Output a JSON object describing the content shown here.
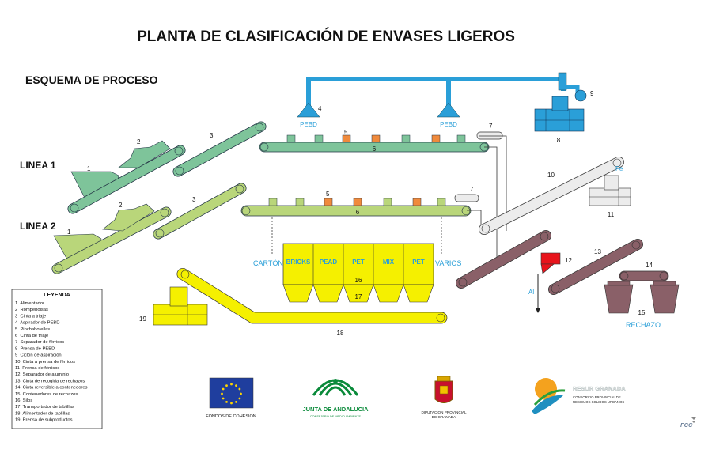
{
  "title": "PLANTA DE CLASIFICACIÓN DE ENVASES LIGEROS",
  "subtitle": "ESQUEMA DE PROCESO",
  "lines": {
    "linea1": "LINEA 1",
    "linea2": "LINEA 2"
  },
  "numbers": {
    "n1": "1",
    "n2": "2",
    "n3": "3",
    "n4": "4",
    "n5": "5",
    "n6": "6",
    "n7": "7",
    "n8": "8",
    "n9": "9",
    "n10": "10",
    "n11": "11",
    "n12": "12",
    "n13": "13",
    "n14": "14",
    "n15": "15",
    "n16": "16",
    "n17": "17",
    "n18": "18",
    "n19": "19"
  },
  "labels": {
    "pebd": "PEBD",
    "fe": "Fe",
    "al": "Al",
    "carton": "CARTÓN",
    "varios": "VARIOS",
    "rechazo": "RECHAZO"
  },
  "silos": [
    "BRICKS",
    "PEAD",
    "PET",
    "MIX",
    "PET"
  ],
  "legend": {
    "title": "LEYENDA",
    "items": [
      "1  Alimentador",
      "2  Rompebolsas",
      "3  Cinta a triaje",
      "4  Aspirador de PEBD",
      "5  Pinchabotellas",
      "6  Cinta de triaje",
      "7  Separador de férricos",
      "8  Prensa de PEBD",
      "9  Ciclón de aspiración",
      "10  Cinta a prensa de férricos",
      "11  Prensa de férricos",
      "12  Separador de aluminio",
      "13  Cinta de recogida de rechazos",
      "14  Cinta reversible a contenedores",
      "15  Contenedores de rechazos",
      "16  Silos",
      "17  Transportador de tablillas",
      "18  Alimentador de tablillas",
      "19  Prensa de subproductos"
    ]
  },
  "logos": {
    "eu": "FONDOS DE COHESIÓN",
    "junta_name": "JUNTA DE ANDALUCIA",
    "junta_sub": "CONSEJERIA DE MEDIO AMBIENTE",
    "dip_1": "DIPUTACION PROVINCIAL",
    "dip_2": "DE GRANADA",
    "rsu_name": "RESUR GRANADA",
    "rsu_1": "CONSORCIO PROVINCIAL DE",
    "rsu_2": "RESIDUOS SOLIDOS URBANOS",
    "fcc": "FCC"
  },
  "colors": {
    "green_dark": "#7ec49a",
    "green_light": "#b9d67a",
    "yellow": "#f5f000",
    "blue": "#2a9fd8",
    "maroon": "#8a6068",
    "grey": "#e6e6e6",
    "orange": "#f08a3c"
  }
}
